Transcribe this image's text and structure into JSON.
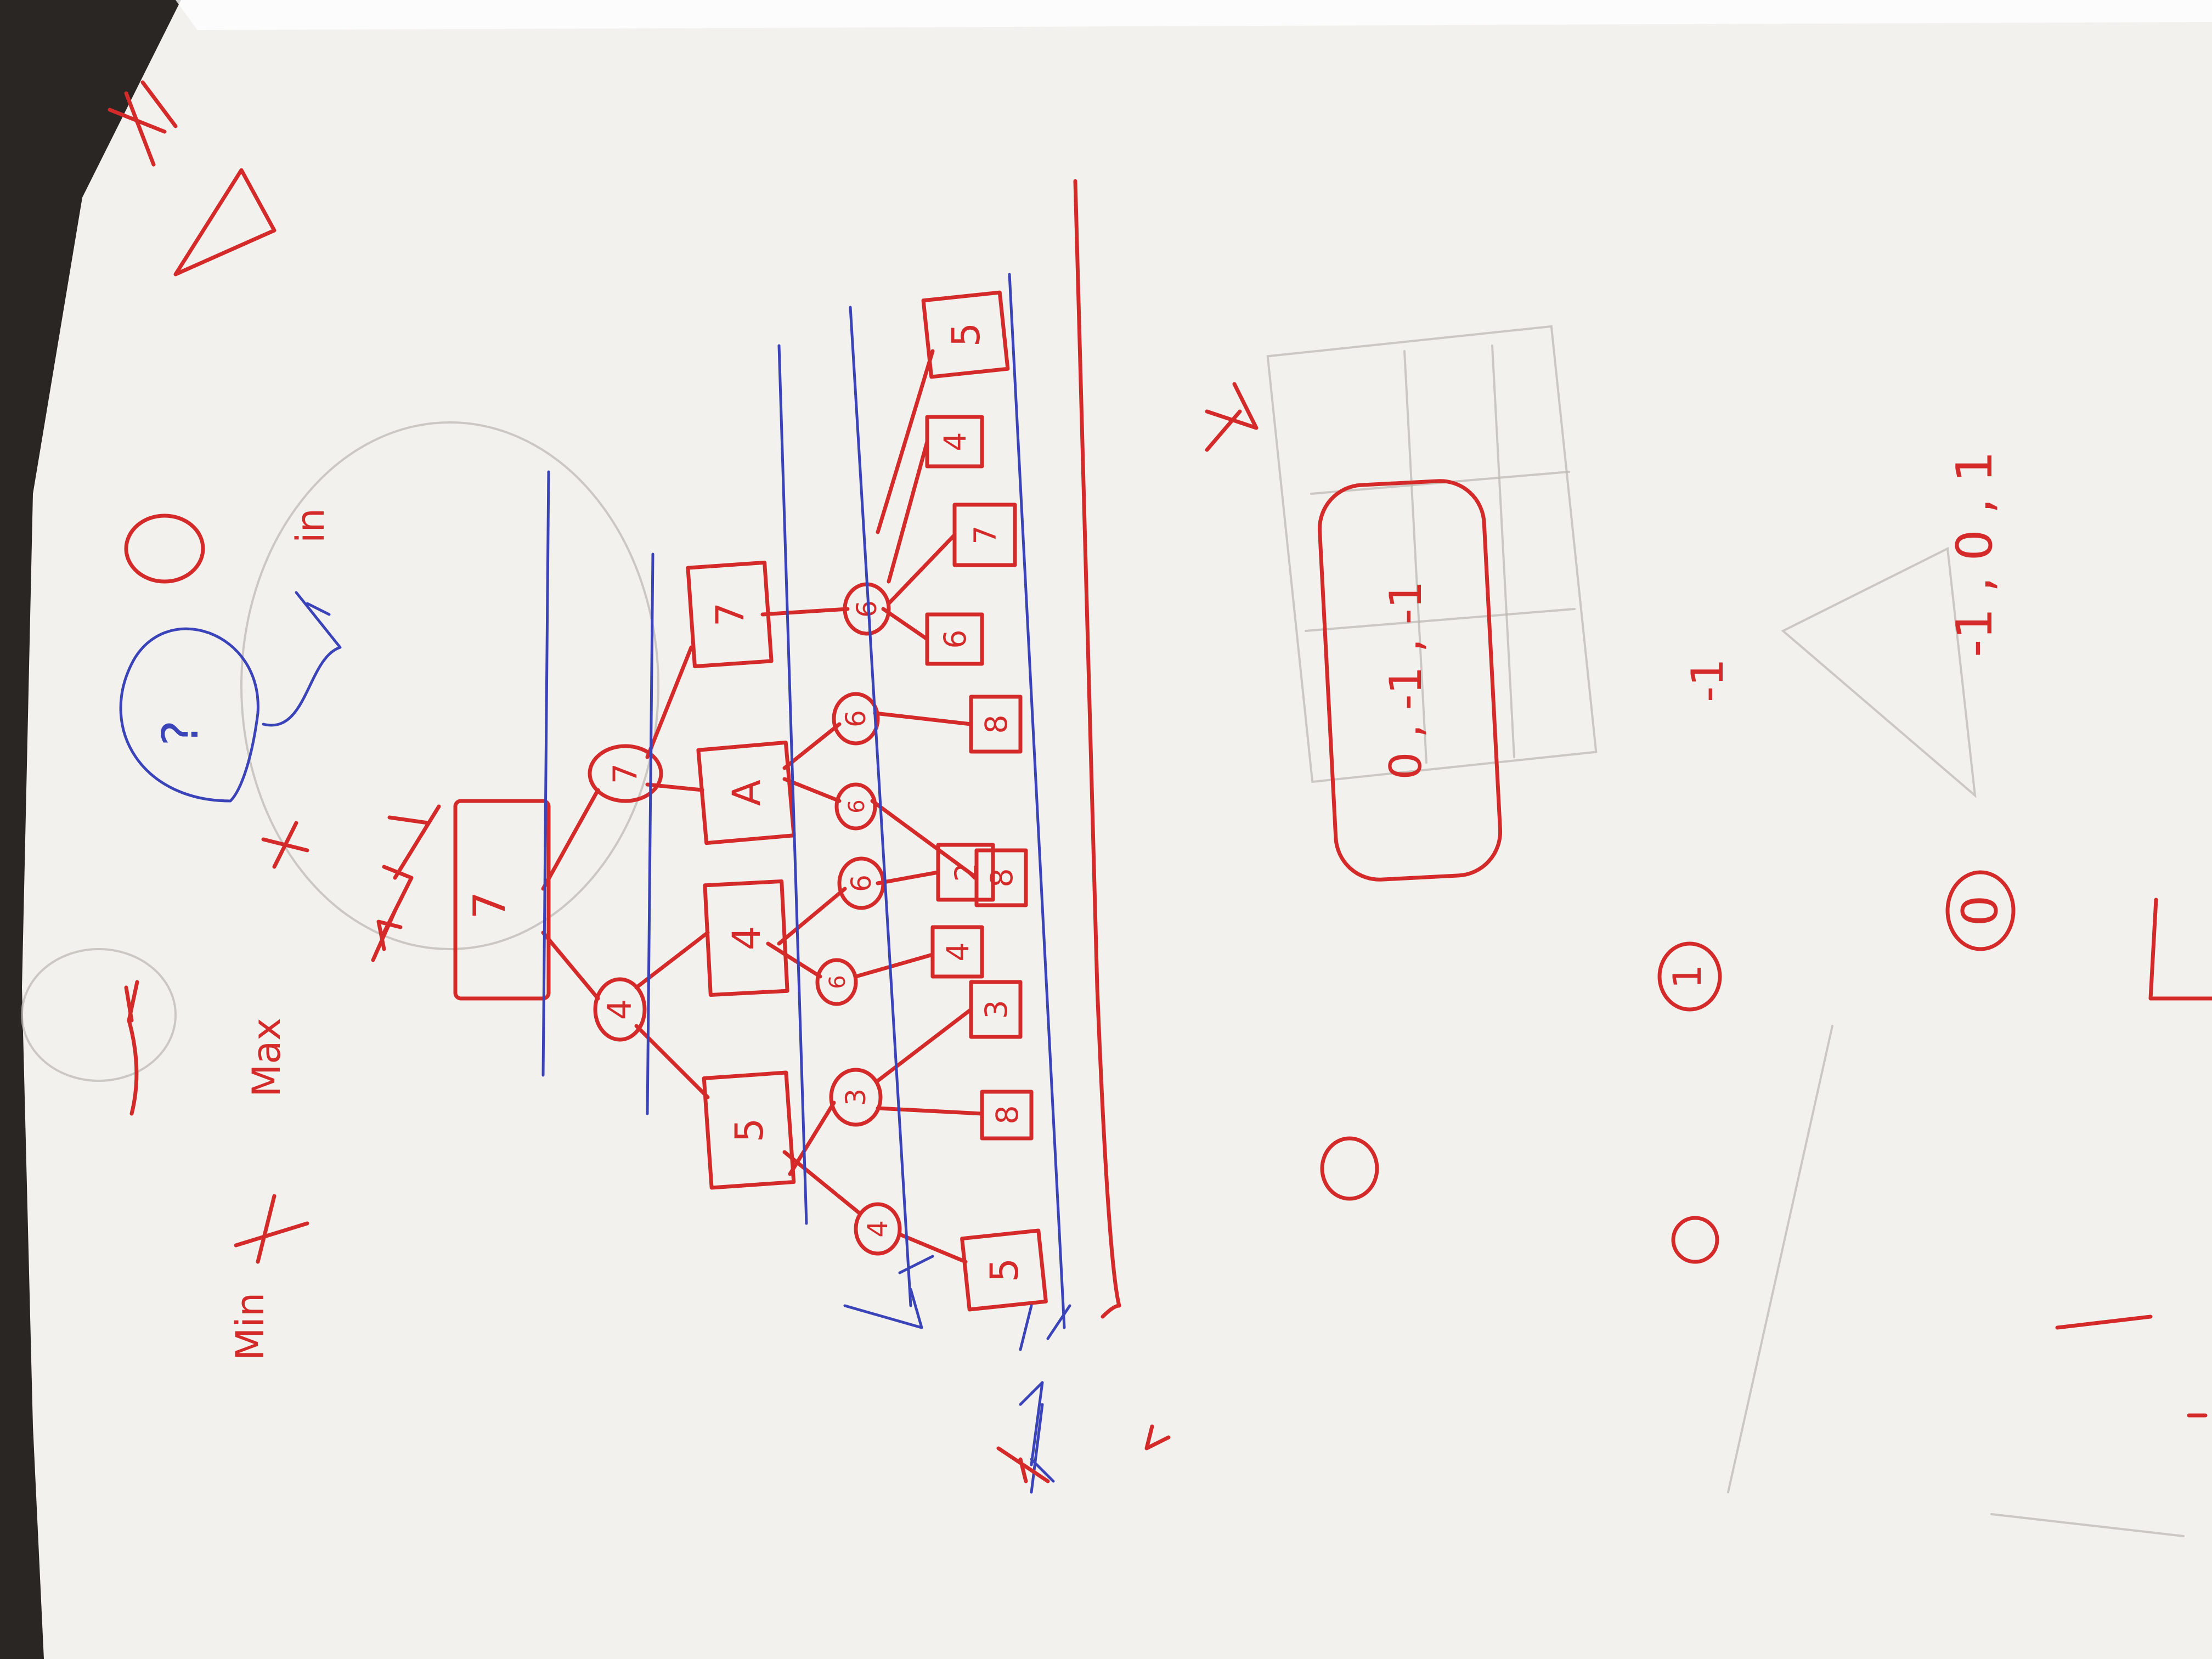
{
  "colors": {
    "paper": "#f3f1ee",
    "table": "#2a2623",
    "red_ink": "#d42a2a",
    "blue_ink": "#3a43b8",
    "ghost_pencil": "#b9b6b1"
  },
  "margin_notes": {
    "min": "Min",
    "max": "Max",
    "in": "in"
  },
  "question_mark": "?",
  "tree": {
    "root": {
      "value": "7",
      "shape": "square"
    },
    "level_1": [
      "4",
      "7"
    ],
    "level_2": [
      "5",
      "4",
      "A",
      "7"
    ],
    "level_3": [
      "4",
      "3",
      "6",
      "6",
      "6",
      "6",
      "6"
    ],
    "leaves": [
      "5",
      "8",
      "3",
      "4",
      "2",
      "8",
      "8",
      "6",
      "7",
      "4",
      "5"
    ]
  },
  "results": {
    "boxed": "0 , -1 , -1",
    "circled": "1",
    "bottom_row": [
      "0",
      "-1",
      "0"
    ],
    "side_row": "-1 , 0 , 1"
  }
}
